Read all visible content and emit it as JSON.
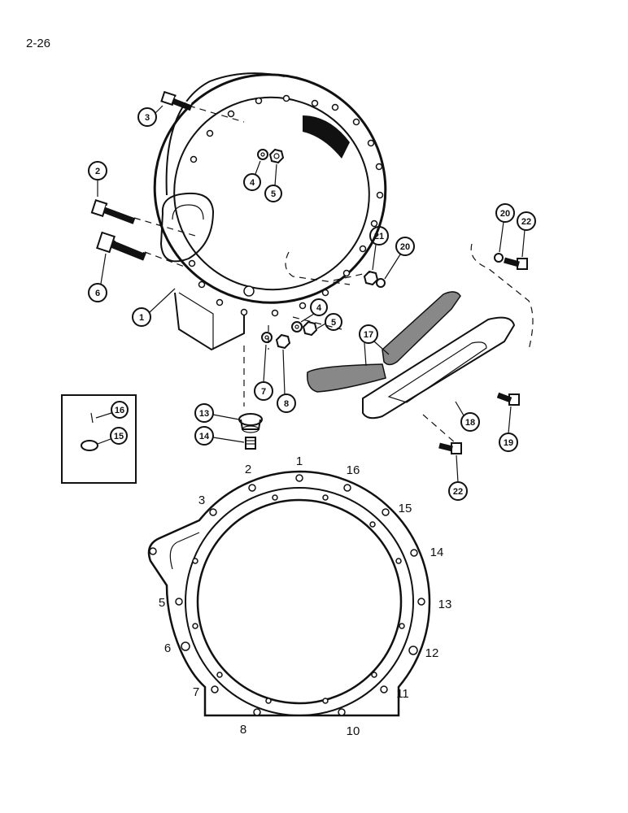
{
  "page": {
    "number": "2-26"
  },
  "callouts": {
    "c1": "1",
    "c2": "2",
    "c3": "3",
    "c4a": "4",
    "c4b": "4",
    "c5a": "5",
    "c5b": "5",
    "c6": "6",
    "c7": "7",
    "c8": "8",
    "c13": "13",
    "c14": "14",
    "c15": "15",
    "c16": "16",
    "c17": "17",
    "c18": "18",
    "c19": "19",
    "c20a": "20",
    "c20b": "20",
    "c21": "21",
    "c22a": "22",
    "c22b": "22"
  },
  "bolt_sequence": {
    "s1": "1",
    "s2": "2",
    "s3": "3",
    "s5": "5",
    "s6": "6",
    "s7": "7",
    "s8": "8",
    "s10": "10",
    "s11": "11",
    "s12": "12",
    "s13": "13",
    "s14": "14",
    "s15": "15",
    "s16": "16"
  }
}
